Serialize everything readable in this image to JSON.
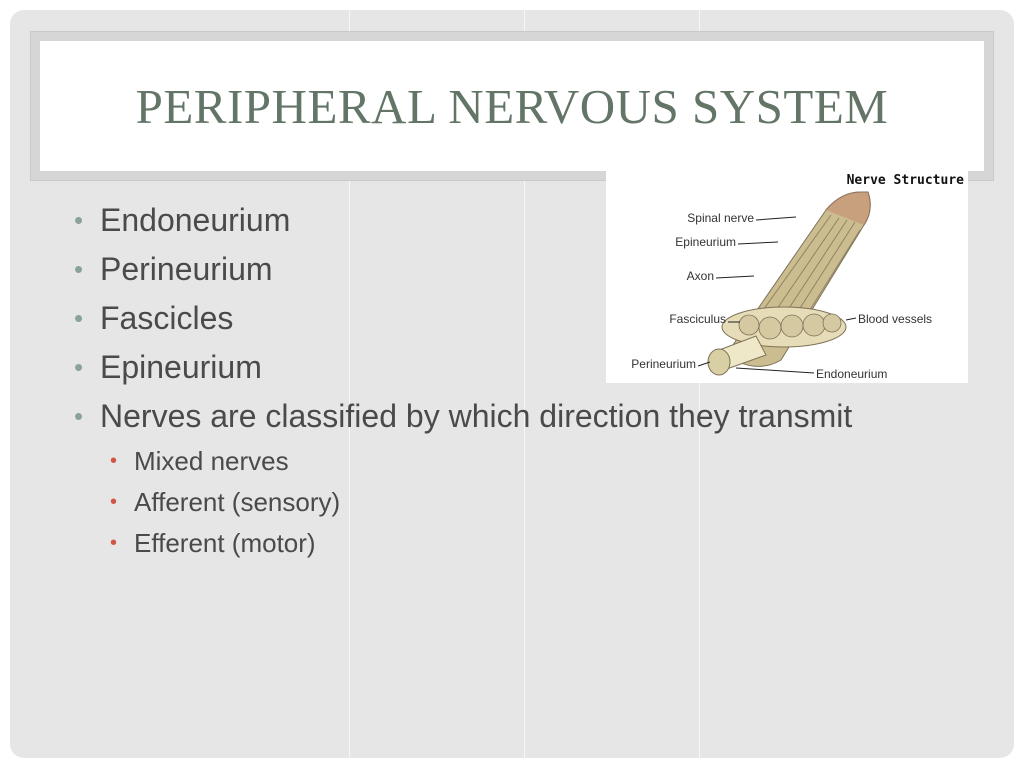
{
  "title": "Peripheral Nervous System",
  "bullets": [
    "Endoneurium",
    "Perineurium",
    "Fascicles",
    "Epineurium",
    "Nerves are classified by which direction they transmit"
  ],
  "sub_bullets": [
    "Mixed nerves",
    "Afferent (sensory)",
    "Efferent (motor)"
  ],
  "figure": {
    "heading": "Nerve Structure",
    "labels": {
      "spinal_nerve": "Spinal nerve",
      "epineurium": "Epineurium",
      "axon": "Axon",
      "fasciculus": "Fasciculus",
      "blood_vessels": "Blood vessels",
      "perineurium": "Perineurium",
      "endoneurium": "Endoneurium"
    }
  },
  "colors": {
    "title": "#637566",
    "bullet_primary": "#8aa39a",
    "bullet_secondary": "#d0564a"
  }
}
